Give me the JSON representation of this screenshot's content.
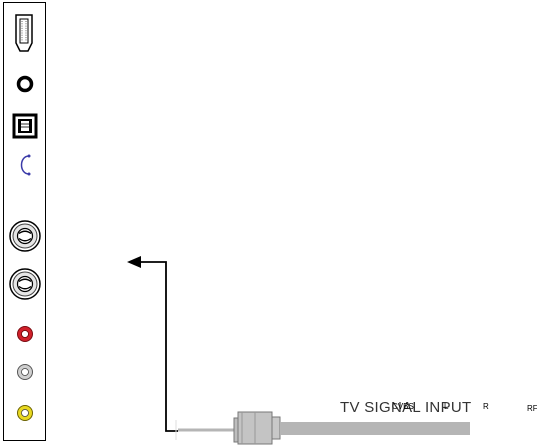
{
  "panel": {
    "ports": [
      {
        "name": "hdmi-port-icon"
      },
      {
        "name": "audio-out-jack-icon"
      },
      {
        "name": "optical-port-icon"
      },
      {
        "name": "earphone-jack-icon"
      },
      {
        "name": "antenna-port-1-icon"
      },
      {
        "name": "antenna-port-2-icon"
      },
      {
        "name": "red-rca-jack-icon",
        "color": "#d0202a"
      },
      {
        "name": "white-rca-jack-icon",
        "color": "#c8c8c8"
      },
      {
        "name": "yellow-rca-jack-icon",
        "color": "#e8d820"
      }
    ]
  },
  "labels": {
    "signal_input": "TV SIGNAL INPUT",
    "cvbs": "CVBS",
    "l": "L",
    "r": "R",
    "rf": "RF"
  },
  "colors": {
    "cable": "#b5b5b5",
    "arrow": "#000000"
  }
}
